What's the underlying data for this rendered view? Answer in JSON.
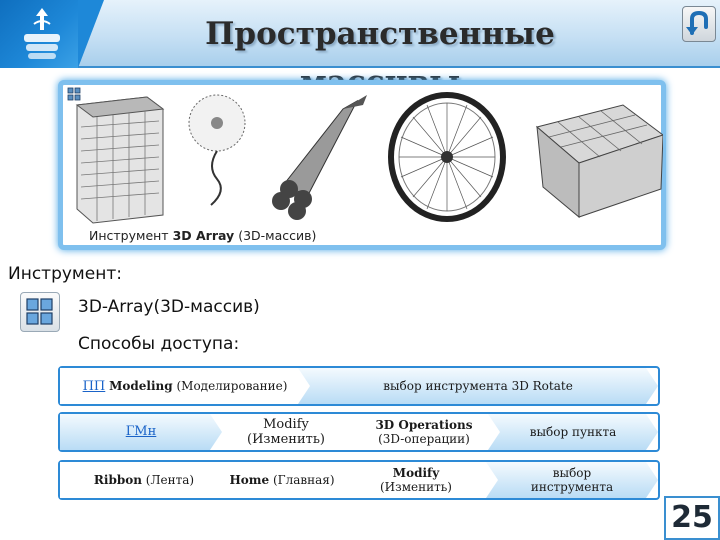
{
  "header": {
    "title": "Пространственные массивы",
    "back_button_icon": "back-arrow-icon"
  },
  "figure": {
    "caption_prefix": "Инструмент",
    "caption_bold": "3D Array",
    "caption_suffix": "(3D-массив)",
    "objects": [
      "building",
      "dandelion",
      "rocket",
      "wheel",
      "crate"
    ]
  },
  "text": {
    "tool_label": "Инструмент:",
    "tool_name": "3D-Array(3D-массив)",
    "access_label": "Способы доступа:"
  },
  "access": {
    "row1": {
      "link": "ПП",
      "item_bold": "Modeling",
      "item_rest": "(Моделирование)",
      "action": "выбор инструмента 3D Rotate"
    },
    "row2": {
      "link": "ГМн",
      "step1_line1": "Modify",
      "step1_line2": "(Изменить)",
      "step2_bold": "3D Operations",
      "step2_rest": "(3D-операции)",
      "action": "выбор пункта"
    },
    "row3": {
      "step1_bold": "Ribbon",
      "step1_rest": "(Лента)",
      "step2_bold": "Home",
      "step2_rest": "(Главная)",
      "step3_bold": "Modify",
      "step3_rest": "(Изменить)",
      "action_line1": "выбор",
      "action_line2": "инструмента"
    }
  },
  "page_number": "25",
  "colors": {
    "accent": "#2d8ad6",
    "header_blue": "#1e88d8",
    "panel_border": "#7fc0ee"
  }
}
